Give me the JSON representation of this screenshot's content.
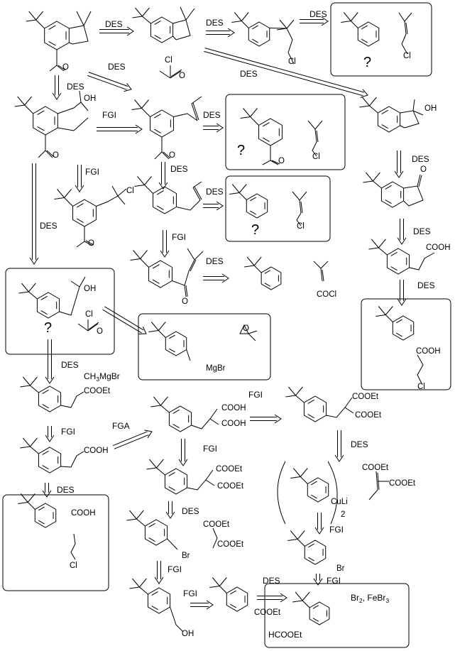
{
  "labels": {
    "des": "DES",
    "fgi": "FGI",
    "fga": "FGA",
    "question": "?"
  },
  "atoms": {
    "o": "O",
    "oh": "OH",
    "cl": "Cl",
    "br": "Br",
    "cooh": "COOH",
    "cooet": "COOEt",
    "cocl": "COCl",
    "mgbr": "MgBr",
    "culi": "CuLi",
    "two": "2",
    "ch3mgbr_main": "CH",
    "ch3mgbr_sub": "3",
    "ch3mgbr_tail": "MgBr",
    "br2_main": "Br",
    "br2_sub": "2",
    "br2_tail": ", FeBr",
    "br2_sub2": "3",
    "hcooet": "HCOOEt"
  },
  "colors": {
    "ink": "#000000",
    "background": "#ffffff"
  }
}
